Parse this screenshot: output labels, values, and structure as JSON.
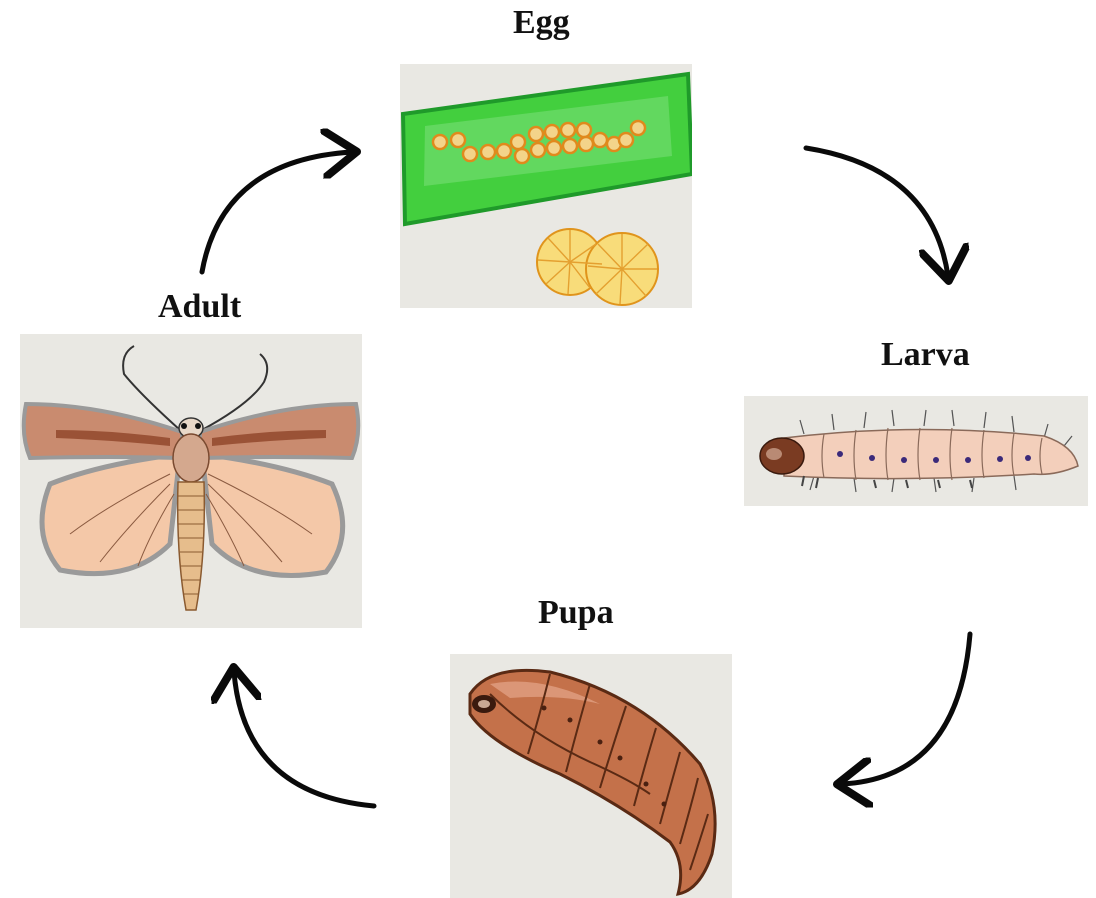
{
  "stages": {
    "egg": {
      "label": "Egg"
    },
    "larva": {
      "label": "Larva"
    },
    "pupa": {
      "label": "Pupa"
    },
    "adult": {
      "label": "Adult"
    }
  },
  "colors": {
    "leaf": "#3fcf3a",
    "leaf_edge": "#1f9a2a",
    "egg_fill": "#f6d37a",
    "egg_edge": "#e08a1c",
    "larva_body": "#f2cdb8",
    "larva_head": "#7a3b22",
    "pupa_body": "#c56f45",
    "pupa_edge": "#6b2f17",
    "moth_forewing": "#c98b6f",
    "moth_hindwing": "#f4c7a6",
    "panel_bg": "#e9e8e3",
    "arrow": "#0a0a0a"
  }
}
